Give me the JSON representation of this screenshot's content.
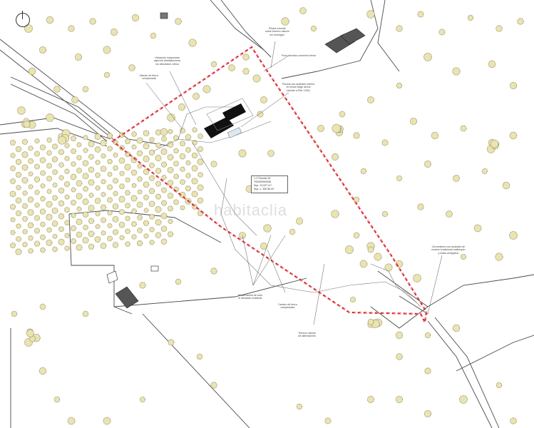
{
  "watermark": "habitaclia",
  "parcel": {
    "line1": "1-2 Parcela 34",
    "line2": "792000000008",
    "line3_label": "Sup.",
    "line3_value": "13.027 m²",
    "line4_label": "Sup. c.",
    "line4_value": "330.56 m²"
  },
  "annotations": [
    {
      "id": "a1",
      "text": "Piedra colonial\nsobre terreno natural\nsin hormigón"
    },
    {
      "id": "a2",
      "text": "Pozo eléctrico conexión tienal"
    },
    {
      "id": "a3",
      "text": "Ubicación maquinaria\nagrícola (instalaciones)\nsin afectación cítrica"
    },
    {
      "id": "a4",
      "text": "Macizo de tierra\ncompactada"
    },
    {
      "id": "a5",
      "text": "Piscina con acabado interior\nen tonos beige arena\n(similar a RAL 1001)"
    },
    {
      "id": "a6",
      "text": "Cerramiento con acabado de\nmortero tradicional mallorquín\ny malla cinegética"
    },
    {
      "id": "a7",
      "text": "Preservación de todo\nel arbolado existente"
    },
    {
      "id": "a8",
      "text": "Camino de tierra\ncompactada"
    },
    {
      "id": "a9",
      "text": "Terreno natural\nsin alteraciones"
    }
  ],
  "colors": {
    "boundary": "#d9282f",
    "tree_fill": "#e9e4b2",
    "tree_stroke": "#8c8554",
    "line": "#4a4a4a",
    "building": "#111111"
  }
}
